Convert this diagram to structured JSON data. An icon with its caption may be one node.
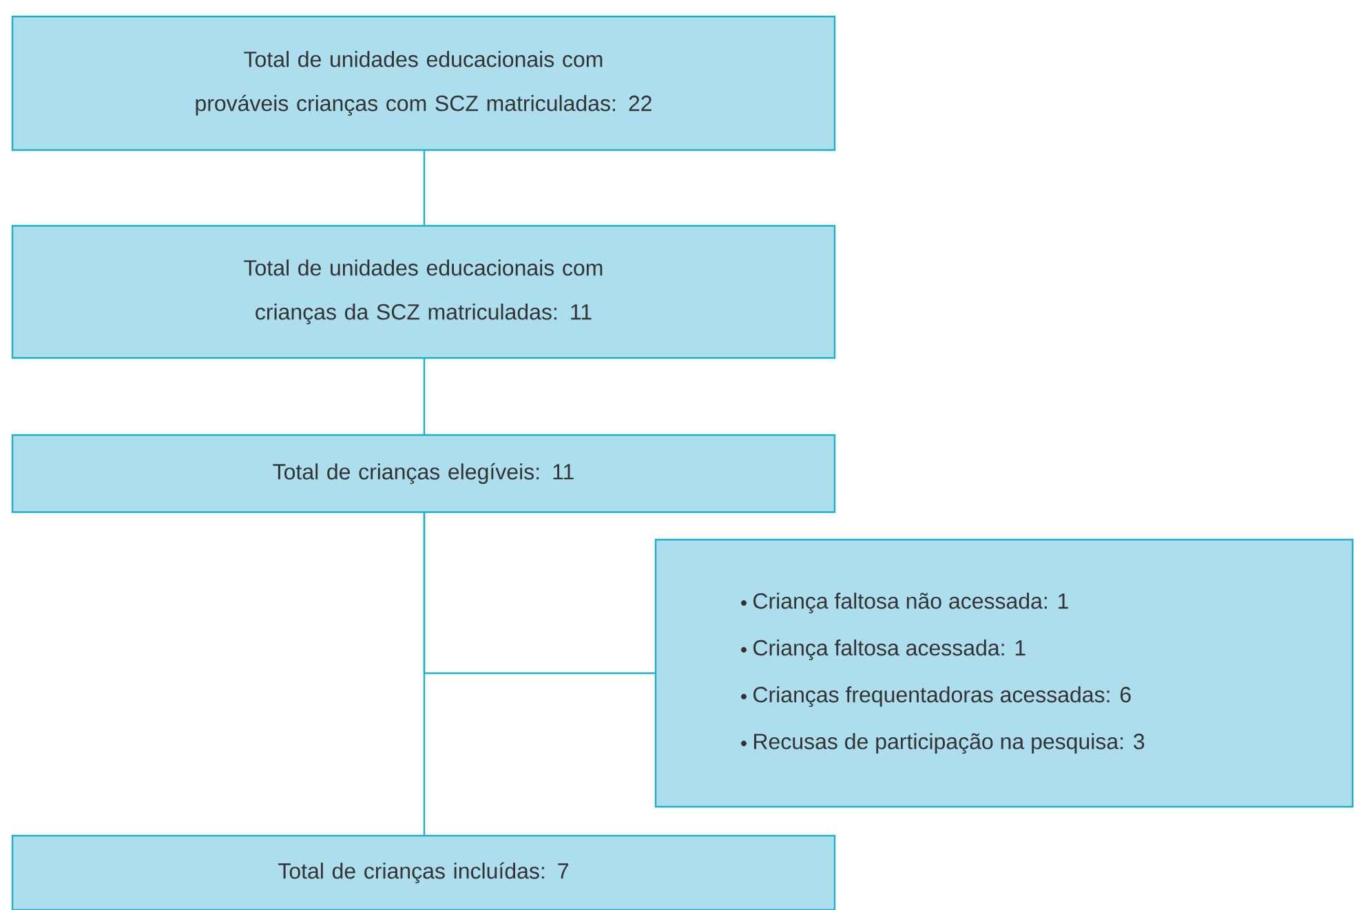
{
  "diagram": {
    "nodes": [
      {
        "text": [
          "Total de unidades educacionais com prováveis crianças com SCZ matriculadas: 22"
        ]
      },
      {
        "text": [
          "Total de unidades educacionais com crianças da SCZ matriculadas: 11"
        ]
      },
      {
        "text": [
          "Total de crianças elegíveis: 11"
        ]
      },
      {
        "text": [
          "Criança faltosa não acessada: 1",
          "Criança faltosa acessada: 1",
          "Crianças frequentadoras acessadas: 6",
          "Recusas de participação na pesquisa: 3"
        ]
      },
      {
        "text": [
          "Total de crianças incluídas: 7"
        ]
      }
    ],
    "edges": [
      {
        "from": 0,
        "to": 1,
        "arrow": "none"
      },
      {
        "from": 1,
        "to": 2,
        "arrow": "none"
      },
      {
        "from": 2,
        "to": 3,
        "arrow": "none"
      },
      {
        "from": 2,
        "to": 4,
        "arrow": "none"
      }
    ]
  }
}
